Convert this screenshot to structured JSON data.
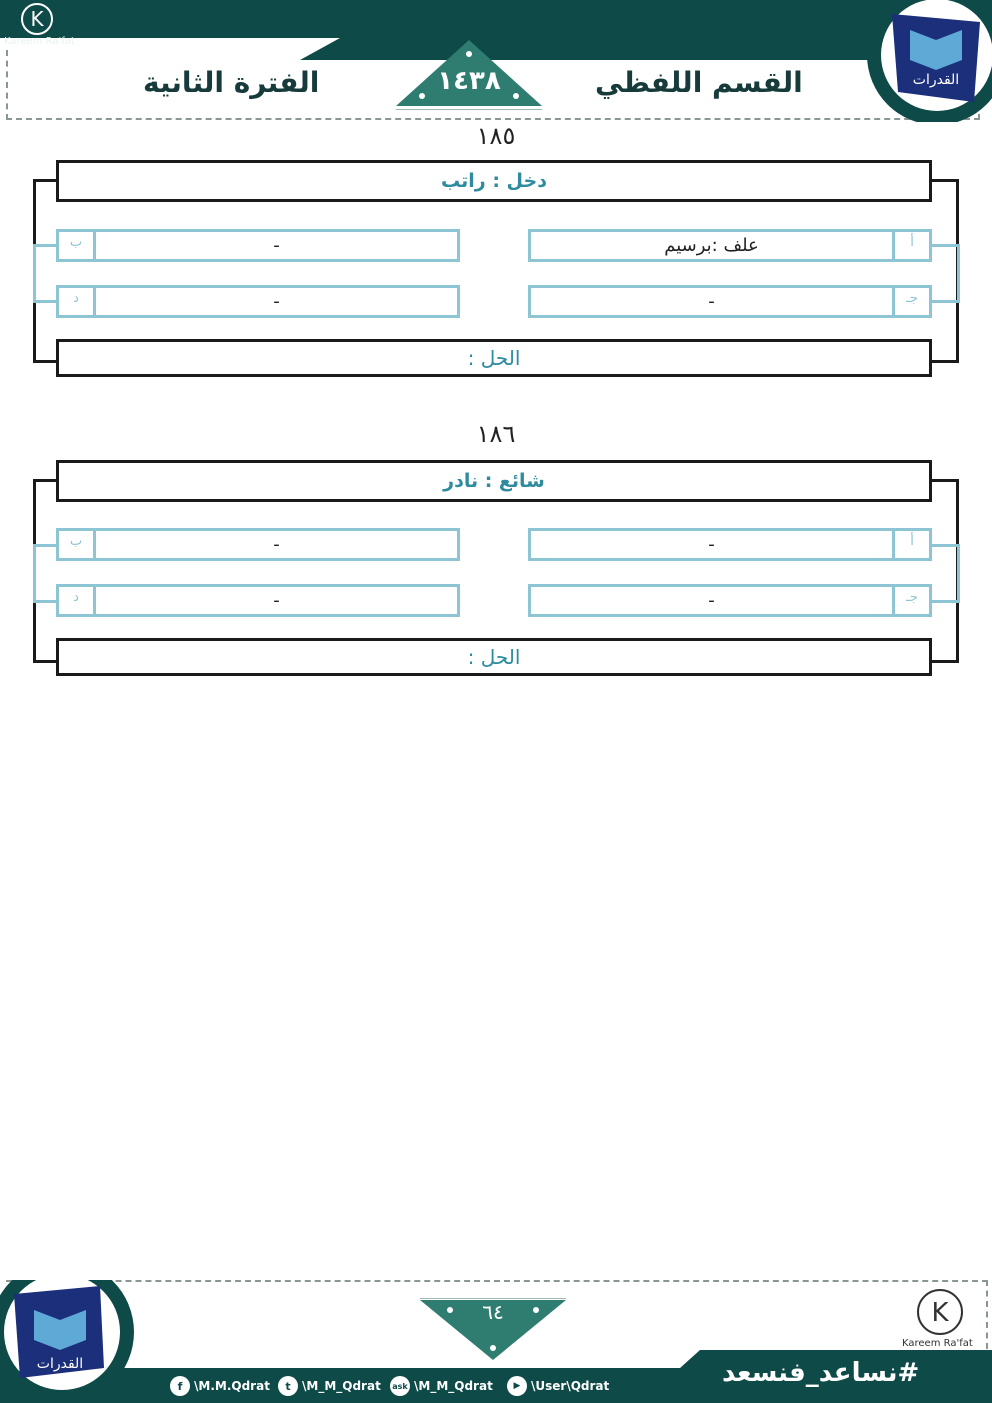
{
  "header": {
    "brand": "Kareem Ra'fat",
    "section_title": "القسم اللفظي",
    "period_title": "الفترة الثانية",
    "year": "١٤٣٨"
  },
  "questions": [
    {
      "number": "١٨٥",
      "prompt": "دخل : راتب",
      "options": {
        "a": {
          "letter": "أ",
          "text": "علف :برسيم"
        },
        "b": {
          "letter": "ب",
          "text": "-"
        },
        "c": {
          "letter": "جـ",
          "text": "-"
        },
        "d": {
          "letter": "د",
          "text": "-"
        }
      },
      "solution_label": "الحل :"
    },
    {
      "number": "١٨٦",
      "prompt": "شائع : نادر",
      "options": {
        "a": {
          "letter": "أ",
          "text": "-"
        },
        "b": {
          "letter": "ب",
          "text": "-"
        },
        "c": {
          "letter": "جـ",
          "text": "-"
        },
        "d": {
          "letter": "د",
          "text": "-"
        }
      },
      "solution_label": "الحل :"
    }
  ],
  "footer": {
    "page_number": "٦٤",
    "brand": "Kareem Ra'fat",
    "hashtag": "#نساعد_فنسعد",
    "social": [
      {
        "icon": "facebook-icon",
        "glyph": "f",
        "handle": "\\M.M.Qdrat"
      },
      {
        "icon": "twitter-icon",
        "glyph": "t",
        "handle": "\\M_M_Qdrat"
      },
      {
        "icon": "ask-icon",
        "glyph": "ask",
        "handle": "\\M_M_Qdrat"
      },
      {
        "icon": "youtube-icon",
        "glyph": "▶",
        "handle": "\\User\\Qdrat"
      }
    ]
  },
  "colors": {
    "brand_dark": "#0e4a47",
    "option_border": "#8ec5d4",
    "prompt_text": "#2f8ca0"
  }
}
